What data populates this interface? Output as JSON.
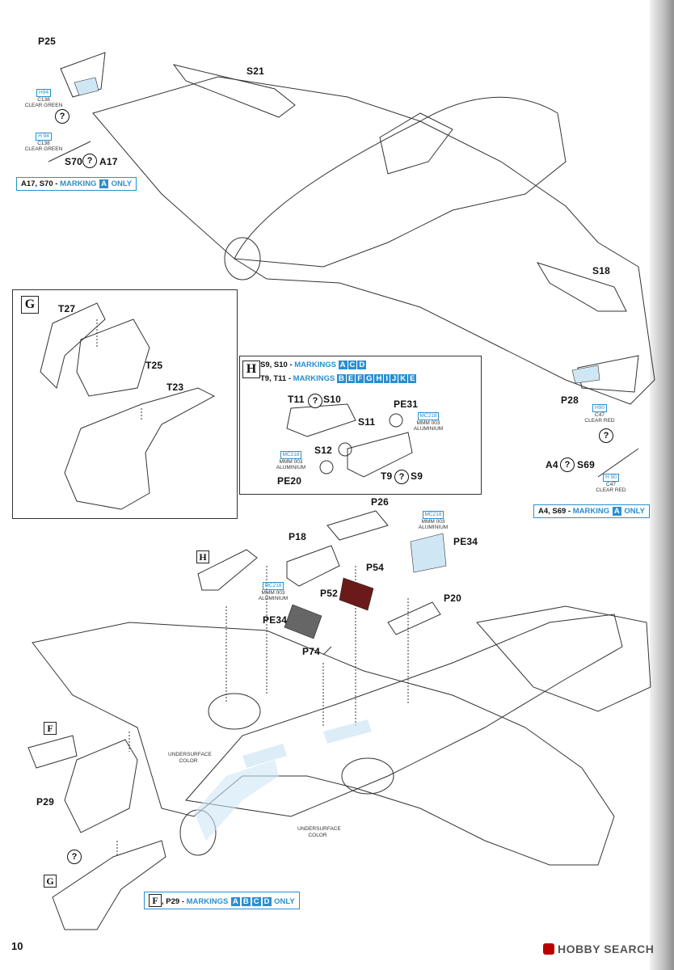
{
  "page": {
    "number": "10",
    "watermark": "HOBBY SEARCH"
  },
  "labels": {
    "p25": "P25",
    "s21": "S21",
    "s70": "S70",
    "a17": "A17",
    "s18": "S18",
    "p28": "P28",
    "a4": "A4",
    "s69": "S69",
    "t27": "T27",
    "t25": "T25",
    "t23": "T23",
    "t11": "T11",
    "s10": "S10",
    "pe31": "PE31",
    "s11": "S11",
    "s12": "S12",
    "pe20": "PE20",
    "t9": "T9",
    "s9": "S9",
    "p26": "P26",
    "p18": "P18",
    "pe34a": "PE34",
    "p54": "P54",
    "p52": "P52",
    "p20": "P20",
    "pe34b": "PE34",
    "p74": "P74",
    "p29": "P29"
  },
  "color_tags": {
    "clear_green_1": {
      "code1": "H94",
      "code2": "C138",
      "name": "CLEAR GREEN"
    },
    "clear_green_2": {
      "code1": "H 94",
      "code2": "C138",
      "name": "CLEAR GREEN"
    },
    "clear_red_1": {
      "code1": "H90",
      "code2": "C47",
      "name": "CLEAR RED"
    },
    "clear_red_2": {
      "code1": "H 90",
      "code2": "C47",
      "name": "CLEAR RED"
    },
    "alum_h": {
      "code1": "MC218",
      "code2": "MMM 003",
      "name": "ALUMINIUM"
    },
    "alum_h2": {
      "code1": "MC218",
      "code2": "MMM 003",
      "name": "ALUMINIUM"
    },
    "alum_pe34": {
      "code1": "MC218",
      "code2": "MMM 003",
      "name": "ALUMINIUM"
    },
    "alum_pe34b": {
      "code1": "MC218",
      "code2": "MMM 003",
      "name": "ALUMINIUM"
    }
  },
  "notes": {
    "a17_note": {
      "prefix": "A17, S70 - ",
      "word": "MARKING",
      "chips": [
        "A"
      ],
      "suffix": " ONLY"
    },
    "a4_note": {
      "prefix": "A4, S69 - ",
      "word": "MARKING",
      "chips": [
        "A"
      ],
      "suffix": " ONLY"
    },
    "f_note": {
      "prefix": "P29 - ",
      "word": "MARKINGS",
      "chips": [
        "A",
        "B",
        "C",
        "D"
      ],
      "suffix": " ONLY"
    },
    "underside_1": "UNDERSURFACE COLOR",
    "underside_2": "UNDERSURFACE COLOR"
  },
  "h_box": {
    "row1_prefix": "S9, S10 - ",
    "row1_word": "MARKINGS",
    "row1_chips": [
      "A",
      "C",
      "D"
    ],
    "row2_prefix": "T9, T11 - ",
    "row2_word": "MARKINGS",
    "row2_chips": [
      "B",
      "E",
      "F",
      "G",
      "H",
      "I",
      "J",
      "K",
      "E"
    ]
  },
  "callouts": {
    "g": "G",
    "h": "H",
    "f": "F",
    "h_ref": "H",
    "f_ref": "F",
    "g_ref": "G",
    "q": "?"
  },
  "colors": {
    "accent_blue": "#2a8fd0",
    "clear_part": "#cfe6f5",
    "red_part": "#6b1a1a"
  }
}
